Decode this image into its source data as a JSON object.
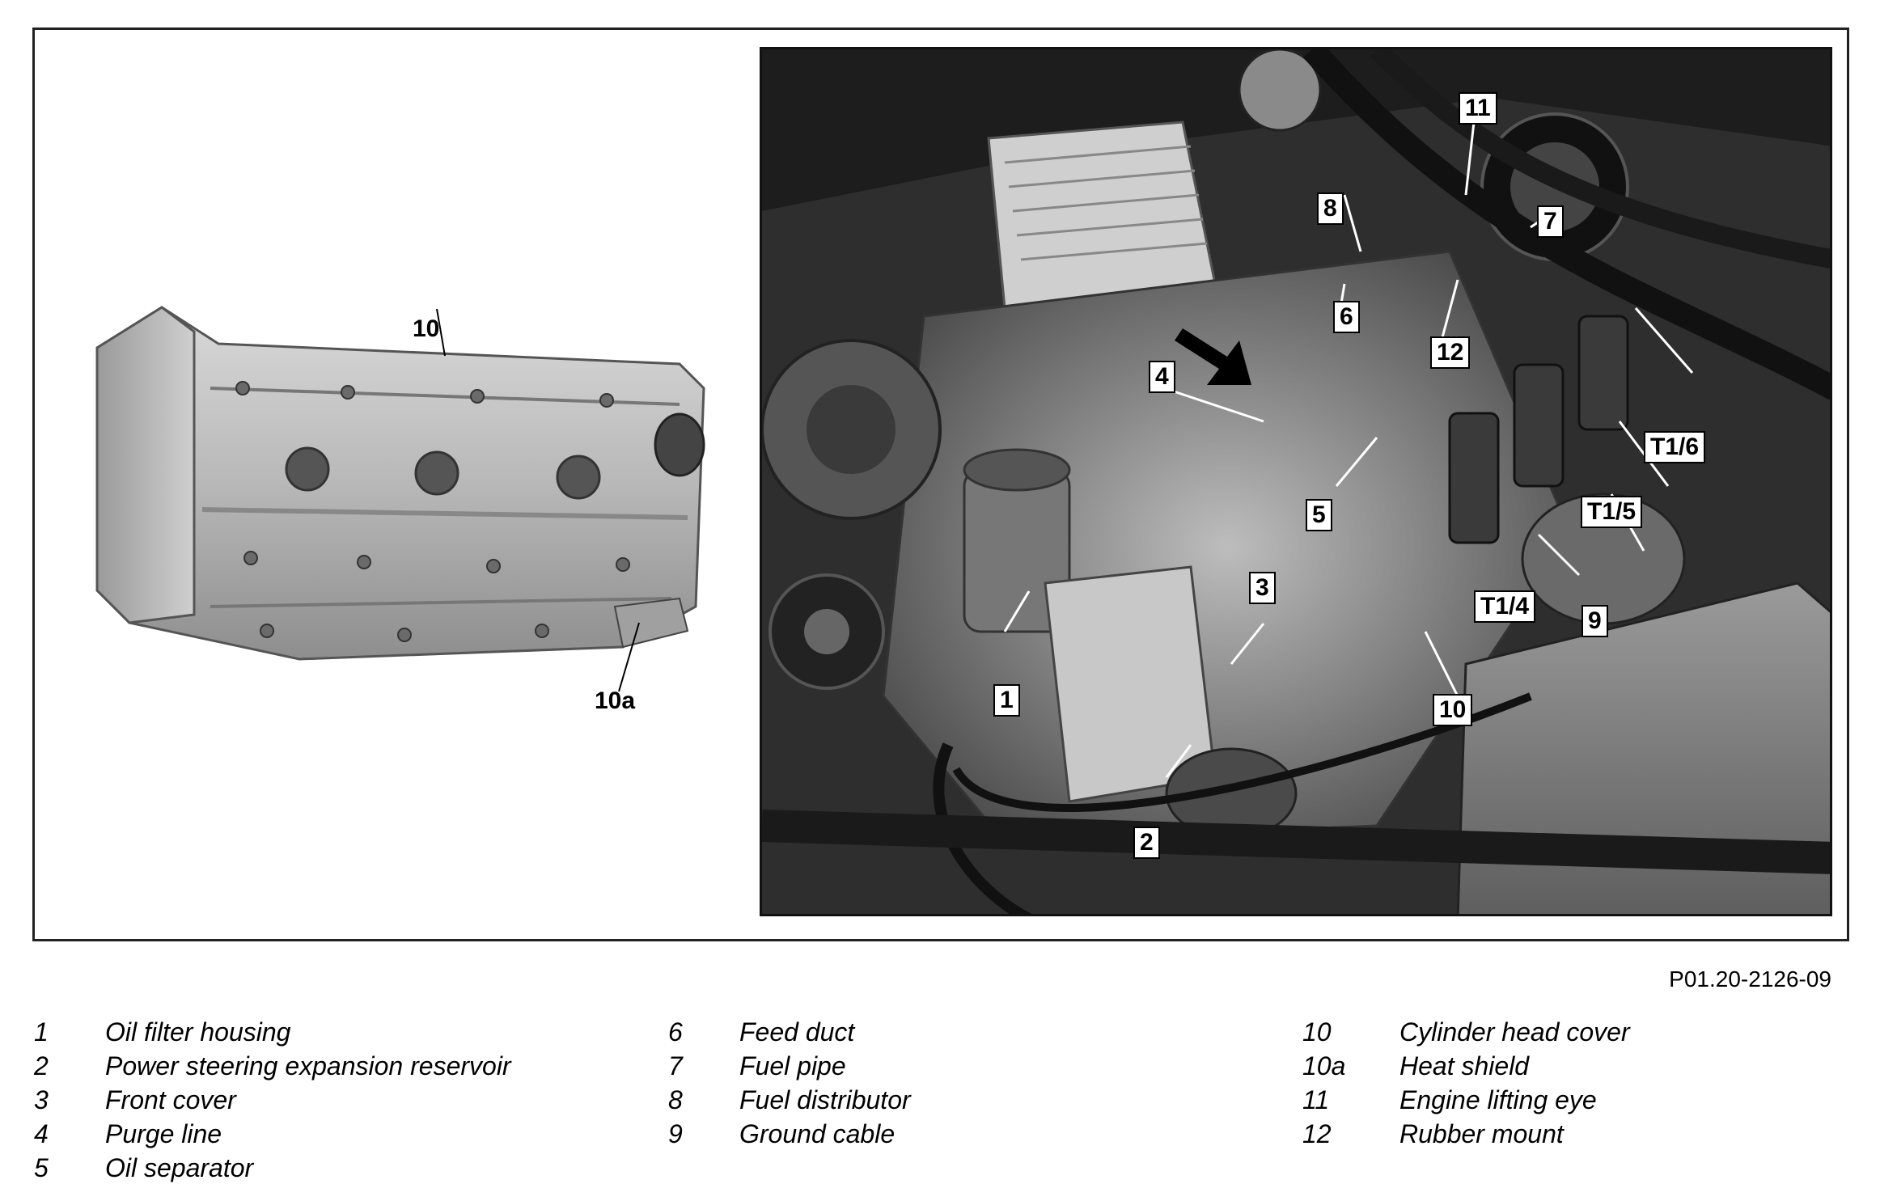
{
  "figure_ref": "P01.20-2126-09",
  "callouts": {
    "left": [
      "10",
      "10a"
    ],
    "photo": [
      "11",
      "8",
      "7",
      "6",
      "4",
      "12",
      "T1/6",
      "T1/5",
      "5",
      "3",
      "T1/4",
      "9",
      "1",
      "10",
      "2"
    ]
  },
  "legend": [
    [
      {
        "num": "1",
        "label": "Oil filter housing"
      },
      {
        "num": "2",
        "label": "Power steering expansion reservoir"
      },
      {
        "num": "3",
        "label": "Front cover"
      },
      {
        "num": "4",
        "label": "Purge line"
      },
      {
        "num": "5",
        "label": "Oil separator"
      }
    ],
    [
      {
        "num": "6",
        "label": "Feed duct"
      },
      {
        "num": "7",
        "label": "Fuel pipe"
      },
      {
        "num": "8",
        "label": "Fuel distributor"
      },
      {
        "num": "9",
        "label": "Ground cable"
      }
    ],
    [
      {
        "num": "10",
        "label": "Cylinder head cover"
      },
      {
        "num": "10a",
        "label": "Heat shield"
      },
      {
        "num": "11",
        "label": "Engine lifting eye"
      },
      {
        "num": "12",
        "label": "Rubber mount"
      }
    ]
  ]
}
